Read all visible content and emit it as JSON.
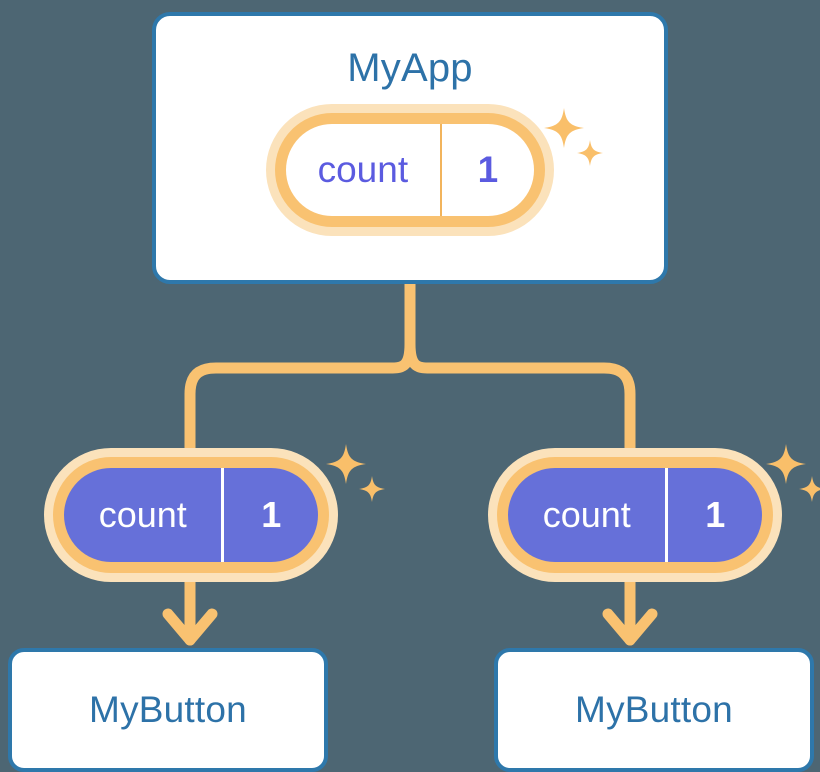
{
  "diagram": {
    "background_color": "#4d6673",
    "accent_orange": "#f9c271",
    "accent_orange_soft": "#fbe2bb",
    "accent_blue": "#2e78ab",
    "accent_purple": "#6670d9",
    "title_color": "#2d72a8"
  },
  "root": {
    "title": "MyApp",
    "state": {
      "key": "count",
      "value": "1",
      "variant": "light"
    },
    "sparkle": "sparkles-icon"
  },
  "children": [
    {
      "title": "MyButton",
      "state": {
        "key": "count",
        "value": "1",
        "variant": "filled"
      },
      "sparkle": "sparkles-icon"
    },
    {
      "title": "MyButton",
      "state": {
        "key": "count",
        "value": "1",
        "variant": "filled"
      },
      "sparkle": "sparkles-icon"
    }
  ],
  "connectors": {
    "trunk": "vertical-line-from-root",
    "fork": "t-split-to-two-children",
    "arrows": [
      "arrow-down-to-child-1",
      "arrow-down-to-child-2"
    ],
    "color": "#f9c271"
  }
}
